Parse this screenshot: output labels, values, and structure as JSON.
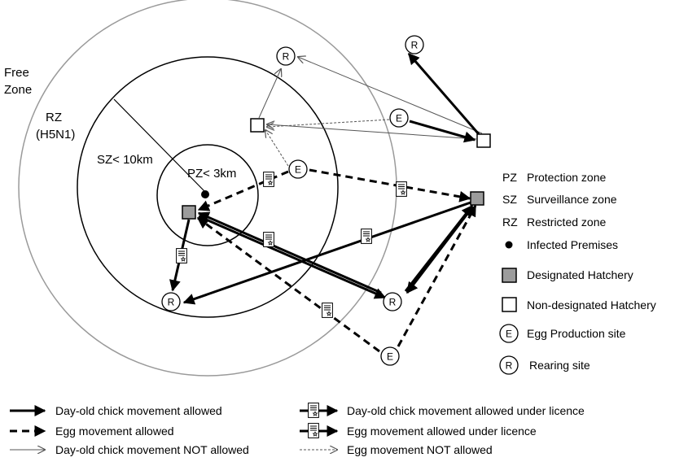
{
  "zones": {
    "free_zone_line1": "Free",
    "free_zone_line2": "Zone",
    "rz_line1": "RZ",
    "rz_line2": "(H5N1)",
    "sz_label": "SZ< 10km",
    "pz_label": "PZ< 3km"
  },
  "nodes": {
    "rearing_letter": "R",
    "egg_letter": "E"
  },
  "key": {
    "pz_abbr": "PZ",
    "pz_text": "Protection zone",
    "sz_abbr": "SZ",
    "sz_text": "Surveillance zone",
    "rz_abbr": "RZ",
    "rz_text": "Restricted zone",
    "infected_text": "Infected Premises",
    "designated_text": "Designated Hatchery",
    "nondesignated_text": "Non-designated Hatchery",
    "egg_site_text": "Egg Production site",
    "rearing_site_text": "Rearing site"
  },
  "legend": {
    "chick_allowed": "Day-old chick movement allowed",
    "egg_allowed": "Egg movement allowed",
    "chick_not_allowed": "Day-old chick movement NOT allowed",
    "chick_licence": "Day-old chick movement allowed under licence",
    "egg_licence": "Egg movement allowed under licence",
    "egg_not_allowed": "Egg movement NOT allowed"
  },
  "colors": {
    "outer_ring": "#9a9a9a",
    "designated_fill": "#9c9c9c",
    "ink": "#000000"
  }
}
